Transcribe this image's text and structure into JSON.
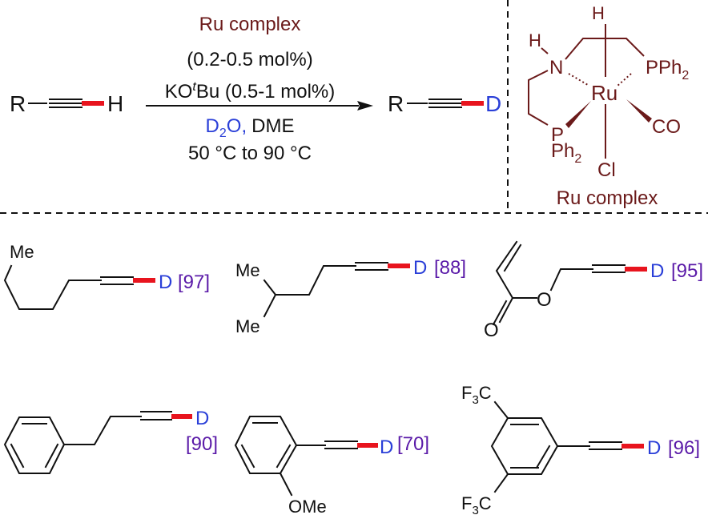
{
  "scheme": {
    "reactant": {
      "R": "R",
      "H": "H"
    },
    "conditions": {
      "catalyst": "Ru complex",
      "catalyst_loading": "(0.2-0.5 mol%)",
      "base_prefix": "KO",
      "base_sup": "t",
      "base_rest": "Bu (0.5-1 mol%)",
      "d2o_D": "D",
      "d2o_sub": "2",
      "d2o_O": "O,",
      "solvent": "DME",
      "temperature": "50 °C to 90 °C"
    },
    "product": {
      "R": "R",
      "D": "D"
    },
    "complex": {
      "H_top": "H",
      "H_N": "H",
      "N": "N",
      "Ru": "Ru",
      "PPh2_right": "PPh",
      "PPh2_right_sub": "2",
      "P_left": "P",
      "Ph2_left": "Ph",
      "Ph2_left_sub": "2",
      "CO": "CO",
      "Cl": "Cl",
      "label": "Ru complex"
    }
  },
  "substrates": [
    {
      "labels": {
        "me": "Me"
      },
      "D": "D",
      "yield": "[97]"
    },
    {
      "labels": {
        "me1": "Me",
        "me2": "Me"
      },
      "D": "D",
      "yield": "[88]"
    },
    {
      "labels": {
        "O_ester": "O",
        "O_carbonyl": "O"
      },
      "D": "D",
      "yield": "[95]"
    },
    {
      "labels": {},
      "D": "D",
      "yield": "[90]"
    },
    {
      "labels": {
        "ome": "OMe"
      },
      "D": "D",
      "yield": "[70]"
    },
    {
      "labels": {
        "cf3_top": "F",
        "cf3_top_sub": "3",
        "cf3_top_c": "C",
        "cf3_bot": "F",
        "cf3_bot_sub": "3",
        "cf3_bot_c": "C"
      },
      "D": "D",
      "yield": "[96]"
    }
  ],
  "colors": {
    "ru_complex": "#6b1a1a",
    "deuterium": "#2a3fd8",
    "yield": "#5a1aa8",
    "highlight_bond": "#e8141e"
  }
}
